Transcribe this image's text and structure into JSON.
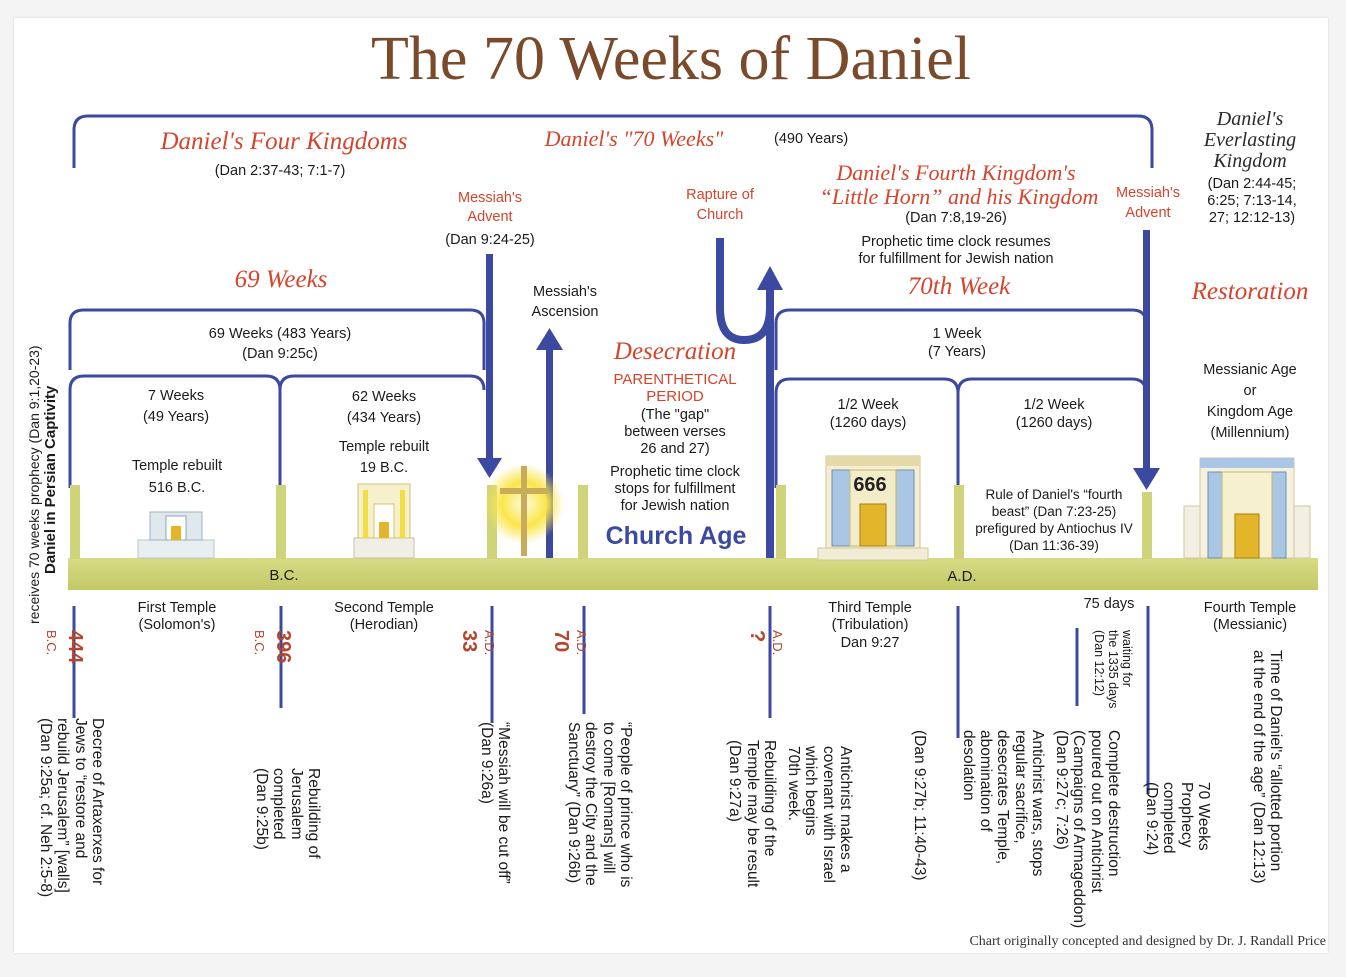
{
  "title": "The 70 Weeks of Daniel",
  "credit": "Chart originally concepted and designed by Dr. J. Randall Price",
  "side_label": {
    "line1": "Daniel in Persian Captivity",
    "line2": "receives 70 weeks prophecy (Dan 9:1,20-23)"
  },
  "top": {
    "four_kingdoms": "Daniel's Four Kingdoms",
    "four_kingdoms_ref": "(Dan 2:37-43; 7:1-7)",
    "seventy_weeks": "Daniel's \"70 Weeks\"",
    "seventy_years": "(490 Years)",
    "fourth_kingdom_l1": "Daniel's Fourth Kingdom's",
    "fourth_kingdom_l2": "“Little Horn” and his Kingdom",
    "fourth_kingdom_ref": "(Dan 7:8,19-26)",
    "clock_resumes_l1": "Prophetic time clock resumes",
    "clock_resumes_l2": "for fulfillment for Jewish nation",
    "everlasting_l1": "Daniel's",
    "everlasting_l2": "Everlasting",
    "everlasting_l3": "Kingdom",
    "everlasting_ref_l1": "(Dan 2:44-45;",
    "everlasting_ref_l2": "6:25; 7:13-14,",
    "everlasting_ref_l3": "27; 12:12-13)"
  },
  "events": {
    "messiah_advent_l1": "Messiah's",
    "messiah_advent_l2": "Advent",
    "messiah_advent_ref": "(Dan 9:24-25)",
    "ascension_l1": "Messiah's",
    "ascension_l2": "Ascension",
    "rapture_l1": "Rapture of",
    "rapture_l2": "Church",
    "advent2_l1": "Messiah's",
    "advent2_l2": "Advent"
  },
  "spans": {
    "sixty_nine": "69 Weeks",
    "sixty_nine_years": "69 Weeks (483 Years)",
    "sixty_nine_ref": "(Dan 9:25c)",
    "seven_weeks": "7 Weeks",
    "seven_years": "(49 Years)",
    "sixty_two_weeks": "62 Weeks",
    "sixty_two_years": "(434 Years)",
    "seventieth": "70th Week",
    "one_week": "1 Week",
    "one_week_years": "(7 Years)",
    "half_week_a": "1/2 Week",
    "half_week_a_days": "(1260 days)",
    "half_week_b": "1/2 Week",
    "half_week_b_days": "(1260 days)",
    "restoration": "Restoration"
  },
  "temples": {
    "t1_l1": "Temple rebuilt",
    "t1_l2": "516 B.C.",
    "t2_l1": "Temple rebuilt",
    "t2_l2": "19 B.C.",
    "mark": "666",
    "first_l1": "First Temple",
    "first_l2": "(Solomon's)",
    "second_l1": "Second Temple",
    "second_l2": "(Herodian)",
    "third_l1": "Third Temple",
    "third_l2": "(Tribulation)",
    "third_l3": "Dan 9:27",
    "fourth_l1": "Fourth Temple",
    "fourth_l2": "(Messianic)"
  },
  "middle": {
    "desecration": "Desecration",
    "parenthetical_l1": "PARENTHETICAL",
    "parenthetical_l2": "PERIOD",
    "gap_l1": "(The \"gap\"",
    "gap_l2": "between verses",
    "gap_l3": "26 and 27)",
    "clock_stops_l1": "Prophetic time clock",
    "clock_stops_l2": "stops for fulfillment",
    "clock_stops_l3": "for Jewish nation",
    "church_age": "Church Age",
    "rule_l1": "Rule of Daniel's “fourth",
    "rule_l2": "beast” (Dan 7:23-25)",
    "rule_l3": "prefigured by Antiochus IV",
    "rule_l4": "(Dan 11:36-39)",
    "messianic_l1": "Messianic Age",
    "messianic_l2": "or",
    "messianic_l3": "Kingdom Age",
    "messianic_l4": "(Millennium)"
  },
  "timeline": {
    "bc": "B.C.",
    "ad": "A.D."
  },
  "dates": {
    "d444": "444",
    "d444_era": "B.C.",
    "d396": "396",
    "d396_era": "B.C.",
    "d33_era": "A.D.",
    "d33": "33",
    "d70_era": "A.D.",
    "d70": "70",
    "dq_era": "A.D.",
    "dq": "?"
  },
  "captions": {
    "c1_l1": "Decree of Artaxerxes for",
    "c1_l2": "Jews to “restore and",
    "c1_l3": "rebuild Jerusalem” [walls]",
    "c1_l4": "(Dan 9:25a; cf. Neh 2:5-8)",
    "c2_l1": "Rebuilding of",
    "c2_l2": "Jerusalem",
    "c2_l3": "completed",
    "c2_l4": "(Dan 9:25b)",
    "c3_l1": "“Messiah will be cut off”",
    "c3_l2": "(Dan 9:26a)",
    "c4_l1": "“People of prince who is",
    "c4_l2": "to come [Romans] will",
    "c4_l3": "destroy the City and the",
    "c4_l4": "Sanctuary” (Dan 9:26b)",
    "c5_l1": "Rebuilding of the",
    "c5_l2": "Temple may be result",
    "c5_l3": "(Dan 9:27a)",
    "c6_l1": "Antichrist makes a",
    "c6_l2": "covenant with Israel",
    "c6_l3": "which begins",
    "c6_l4": "70th week.",
    "c7_l1": "(Dan 9:27b; 11:40-43)",
    "c8_l1": "Antichrist wars, stops",
    "c8_l2": "regular sacrifice,",
    "c8_l3": "desecrates Temple,",
    "c8_l4": "abomination of",
    "c8_l5": "desolation",
    "c9_l1": "Complete destruction",
    "c9_l2": "poured out on Antichrist",
    "c9_l3": "(Campaigns of Armageddon)",
    "c9_l4": "(Dan 9:27c; 7:26)",
    "c10_l1": "waiting for",
    "c10_l2": "the 1335 days",
    "c10_l3": "(Dan 12:12)",
    "seventyfive": "75 days",
    "c11_l1": "70 Weeks",
    "c11_l2": "Prophecy",
    "c11_l3": "completed",
    "c11_l4": "(Dan 9:24)",
    "c12_l1": "Time of Daniel's “allotted portion",
    "c12_l2": "at the end of the age” (Dan 12:13)"
  },
  "colors": {
    "blue": "#3b4aa0",
    "olive_bar": "#cfd47a",
    "red_text": "#d5442c",
    "title_brown": "#7a4a2b"
  }
}
